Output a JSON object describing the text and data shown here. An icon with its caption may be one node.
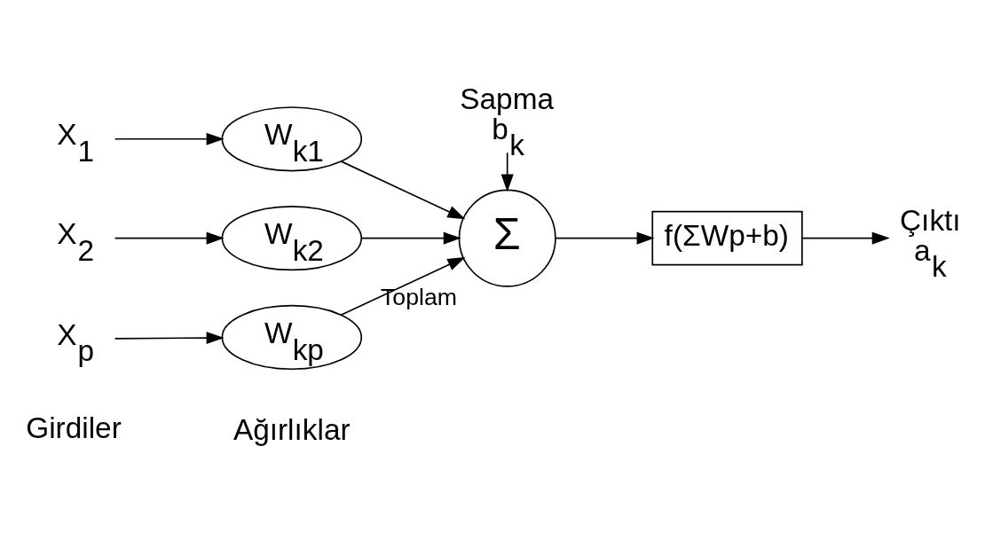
{
  "diagram": {
    "nodes": [
      {
        "text": [
          "X$_{1}$"
        ]
      },
      {
        "text": [
          "W$_{k1}$"
        ]
      },
      {
        "text": [
          "X$_{2}$"
        ]
      },
      {
        "text": [
          "W$_{k2}$"
        ]
      },
      {
        "text": [
          "X$_{p}$"
        ]
      },
      {
        "text": [
          "W$_{kp}$"
        ]
      },
      {
        "text": [
          "Σ"
        ],
        "beside": [
          "Toplam"
        ]
      },
      {
        "text": [
          "Sapma",
          "b$_{k}$"
        ]
      },
      {
        "text": [
          "f(ΣWp+b)"
        ]
      },
      {
        "text": [
          "Çıktı",
          "a$_{k}$"
        ]
      }
    ],
    "edges": [
      {
        "from": 0,
        "to": 1,
        "arrow": "to"
      },
      {
        "from": 2,
        "to": 3,
        "arrow": "to"
      },
      {
        "from": 4,
        "to": 5,
        "arrow": "to"
      },
      {
        "from": 1,
        "to": 6,
        "arrow": "to"
      },
      {
        "from": 3,
        "to": 6,
        "arrow": "to"
      },
      {
        "from": 5,
        "to": 6,
        "arrow": "to"
      },
      {
        "from": 7,
        "to": 6,
        "arrow": "to"
      },
      {
        "from": 6,
        "to": 8,
        "arrow": "to"
      },
      {
        "from": 8,
        "to": 9,
        "arrow": "to"
      }
    ],
    "labels": [
      "Girdiler",
      "Ağırlıklar"
    ]
  }
}
